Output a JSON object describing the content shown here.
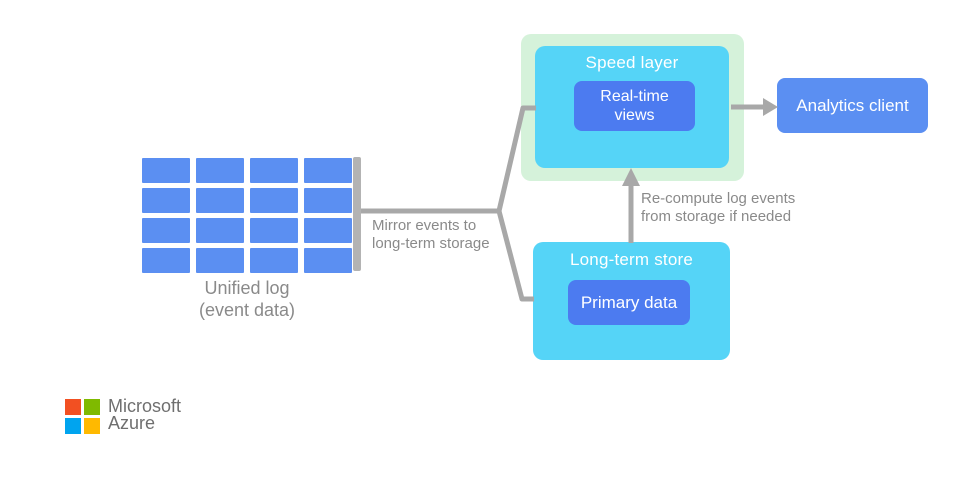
{
  "colors": {
    "grid_blue": "#5b8ff2",
    "inner_blue": "#4c7bf0",
    "cyan": "#55d4f7",
    "mint_green": "#d5f2da",
    "line_gray": "#a8a8a8",
    "bar_gray": "#b3b3b3",
    "label_gray": "#8a8a8a",
    "logo_text_gray": "#6f6f6f",
    "ms_red": "#f25022",
    "ms_green": "#7fba00",
    "ms_blue": "#00a4ef",
    "ms_yellow": "#ffb900"
  },
  "unified_log": {
    "grid_rows": 4,
    "grid_cols": 4,
    "label_line1": "Unified log",
    "label_line2": "(event data)"
  },
  "annotations": {
    "mirror_line1": "Mirror events to",
    "mirror_line2": "long-term storage",
    "recompute_line1": "Re-compute log events",
    "recompute_line2": "from storage if needed"
  },
  "speed_layer": {
    "title": "Speed layer",
    "realtime_line1": "Real-time",
    "realtime_line2": "views"
  },
  "long_term_store": {
    "title": "Long-term store",
    "primary_label": "Primary data"
  },
  "analytics_client": {
    "label": "Analytics client"
  },
  "logo": {
    "line1": "Microsoft",
    "line2": "Azure"
  }
}
